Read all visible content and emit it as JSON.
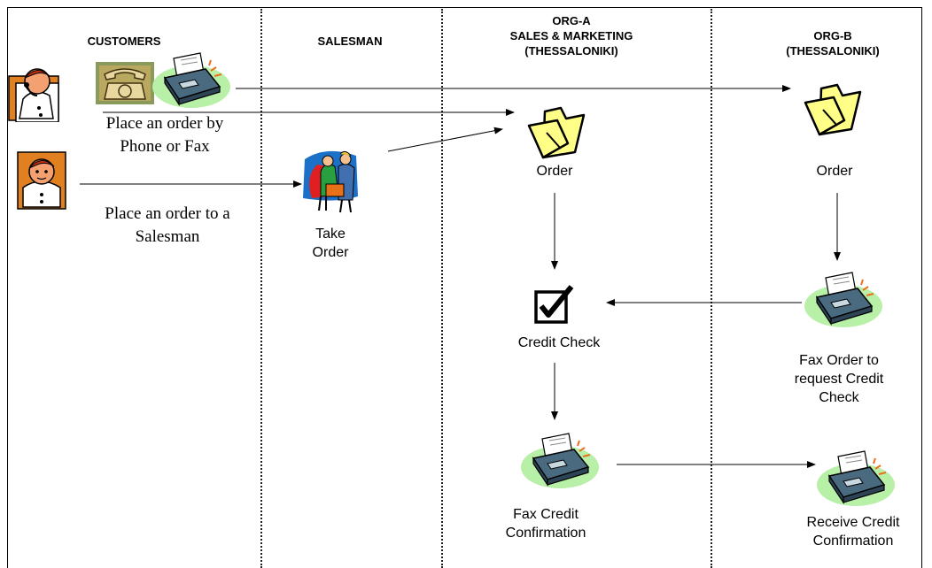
{
  "lanes": {
    "customers": {
      "header": [
        "CUSTOMERS"
      ]
    },
    "salesman": {
      "header": [
        "SALESMAN"
      ]
    },
    "org_a": {
      "header": [
        "ORG-A",
        "SALES & MARKETING",
        "(THESSALONIKI)"
      ]
    },
    "org_b": {
      "header": [
        "ORG-B",
        "(THESSALONIKI)"
      ]
    }
  },
  "customers": {
    "phone_fax_label": [
      "Place an order by",
      "Phone or Fax"
    ],
    "salesman_label": [
      "Place an order to a",
      "Salesman"
    ]
  },
  "salesman": {
    "take_order_label": [
      "Take",
      "Order"
    ]
  },
  "org_a": {
    "order_label": [
      "Order"
    ],
    "credit_check_label": [
      "Credit Check"
    ],
    "fax_confirmation_label": [
      "Fax Credit",
      "Confirmation"
    ]
  },
  "org_b": {
    "order_label": [
      "Order"
    ],
    "fax_request_label": [
      "Fax Order to",
      "request Credit",
      "Check"
    ],
    "receive_confirmation_label": [
      "Receive Credit",
      "Confirmation"
    ]
  },
  "colors": {
    "folder_fill": "#ffff88",
    "fax_body": "#4a6a80",
    "fax_glow": "#b8f0a8",
    "person_orange": "#e07818",
    "line": "#000000"
  }
}
